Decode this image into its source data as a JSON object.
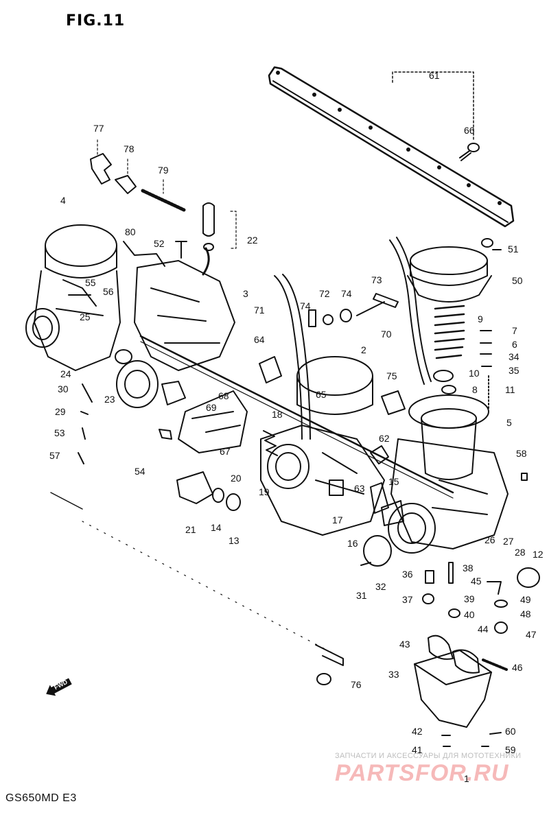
{
  "figure": {
    "title": "FIG.11",
    "model_code": "GS650MD  E3",
    "fwd_label": "FWD"
  },
  "watermark": {
    "tagline": "ЗАПЧАСТИ И АКСЕССУАРЫ ДЛЯ МОТОТЕХНИКИ",
    "brand": "PARTSFOR.RU",
    "color": "#e83a3a"
  },
  "colors": {
    "ink": "#111111",
    "background": "#ffffff"
  },
  "callouts": [
    {
      "id": "c61",
      "label": "61"
    },
    {
      "id": "c66",
      "label": "66"
    },
    {
      "id": "c77",
      "label": "77"
    },
    {
      "id": "c78",
      "label": "78"
    },
    {
      "id": "c79",
      "label": "79"
    },
    {
      "id": "c4",
      "label": "4"
    },
    {
      "id": "c80",
      "label": "80"
    },
    {
      "id": "c22",
      "label": "22"
    },
    {
      "id": "c52",
      "label": "52"
    },
    {
      "id": "c51",
      "label": "51"
    },
    {
      "id": "c50",
      "label": "50"
    },
    {
      "id": "c55",
      "label": "55"
    },
    {
      "id": "c56",
      "label": "56"
    },
    {
      "id": "c3",
      "label": "3"
    },
    {
      "id": "c73",
      "label": "73"
    },
    {
      "id": "c72",
      "label": "72"
    },
    {
      "id": "c74a",
      "label": "74"
    },
    {
      "id": "c74b",
      "label": "74"
    },
    {
      "id": "c71",
      "label": "71"
    },
    {
      "id": "c9",
      "label": "9"
    },
    {
      "id": "c25",
      "label": "25"
    },
    {
      "id": "c7",
      "label": "7"
    },
    {
      "id": "c6",
      "label": "6"
    },
    {
      "id": "c70",
      "label": "70"
    },
    {
      "id": "c64",
      "label": "64"
    },
    {
      "id": "c2",
      "label": "2"
    },
    {
      "id": "c34",
      "label": "34"
    },
    {
      "id": "c35",
      "label": "35"
    },
    {
      "id": "c24",
      "label": "24"
    },
    {
      "id": "c10",
      "label": "10"
    },
    {
      "id": "c30",
      "label": "30"
    },
    {
      "id": "c23",
      "label": "23"
    },
    {
      "id": "c75",
      "label": "75"
    },
    {
      "id": "c8",
      "label": "8"
    },
    {
      "id": "c11",
      "label": "11"
    },
    {
      "id": "c68",
      "label": "68"
    },
    {
      "id": "c65",
      "label": "65"
    },
    {
      "id": "c29",
      "label": "29"
    },
    {
      "id": "c69",
      "label": "69"
    },
    {
      "id": "c18",
      "label": "18"
    },
    {
      "id": "c5",
      "label": "5"
    },
    {
      "id": "c53",
      "label": "53"
    },
    {
      "id": "c62",
      "label": "62"
    },
    {
      "id": "c57",
      "label": "57"
    },
    {
      "id": "c67",
      "label": "67"
    },
    {
      "id": "c58",
      "label": "58"
    },
    {
      "id": "c54",
      "label": "54"
    },
    {
      "id": "c20",
      "label": "20"
    },
    {
      "id": "c19",
      "label": "19"
    },
    {
      "id": "c15",
      "label": "15"
    },
    {
      "id": "c63",
      "label": "63"
    },
    {
      "id": "c21",
      "label": "21"
    },
    {
      "id": "c14",
      "label": "14"
    },
    {
      "id": "c17",
      "label": "17"
    },
    {
      "id": "c13",
      "label": "13"
    },
    {
      "id": "c16",
      "label": "16"
    },
    {
      "id": "c26",
      "label": "26"
    },
    {
      "id": "c27",
      "label": "27"
    },
    {
      "id": "c28",
      "label": "28"
    },
    {
      "id": "c12",
      "label": "12"
    },
    {
      "id": "c38",
      "label": "38"
    },
    {
      "id": "c36",
      "label": "36"
    },
    {
      "id": "c45",
      "label": "45"
    },
    {
      "id": "c32",
      "label": "32"
    },
    {
      "id": "c31",
      "label": "31"
    },
    {
      "id": "c37",
      "label": "37"
    },
    {
      "id": "c39",
      "label": "39"
    },
    {
      "id": "c49",
      "label": "49"
    },
    {
      "id": "c40",
      "label": "40"
    },
    {
      "id": "c48",
      "label": "48"
    },
    {
      "id": "c44",
      "label": "44"
    },
    {
      "id": "c47",
      "label": "47"
    },
    {
      "id": "c43",
      "label": "43"
    },
    {
      "id": "c33",
      "label": "33"
    },
    {
      "id": "c46",
      "label": "46"
    },
    {
      "id": "c76",
      "label": "76"
    },
    {
      "id": "c42",
      "label": "42"
    },
    {
      "id": "c60",
      "label": "60"
    },
    {
      "id": "c41",
      "label": "41"
    },
    {
      "id": "c59",
      "label": "59"
    },
    {
      "id": "c1",
      "label": "1"
    }
  ]
}
